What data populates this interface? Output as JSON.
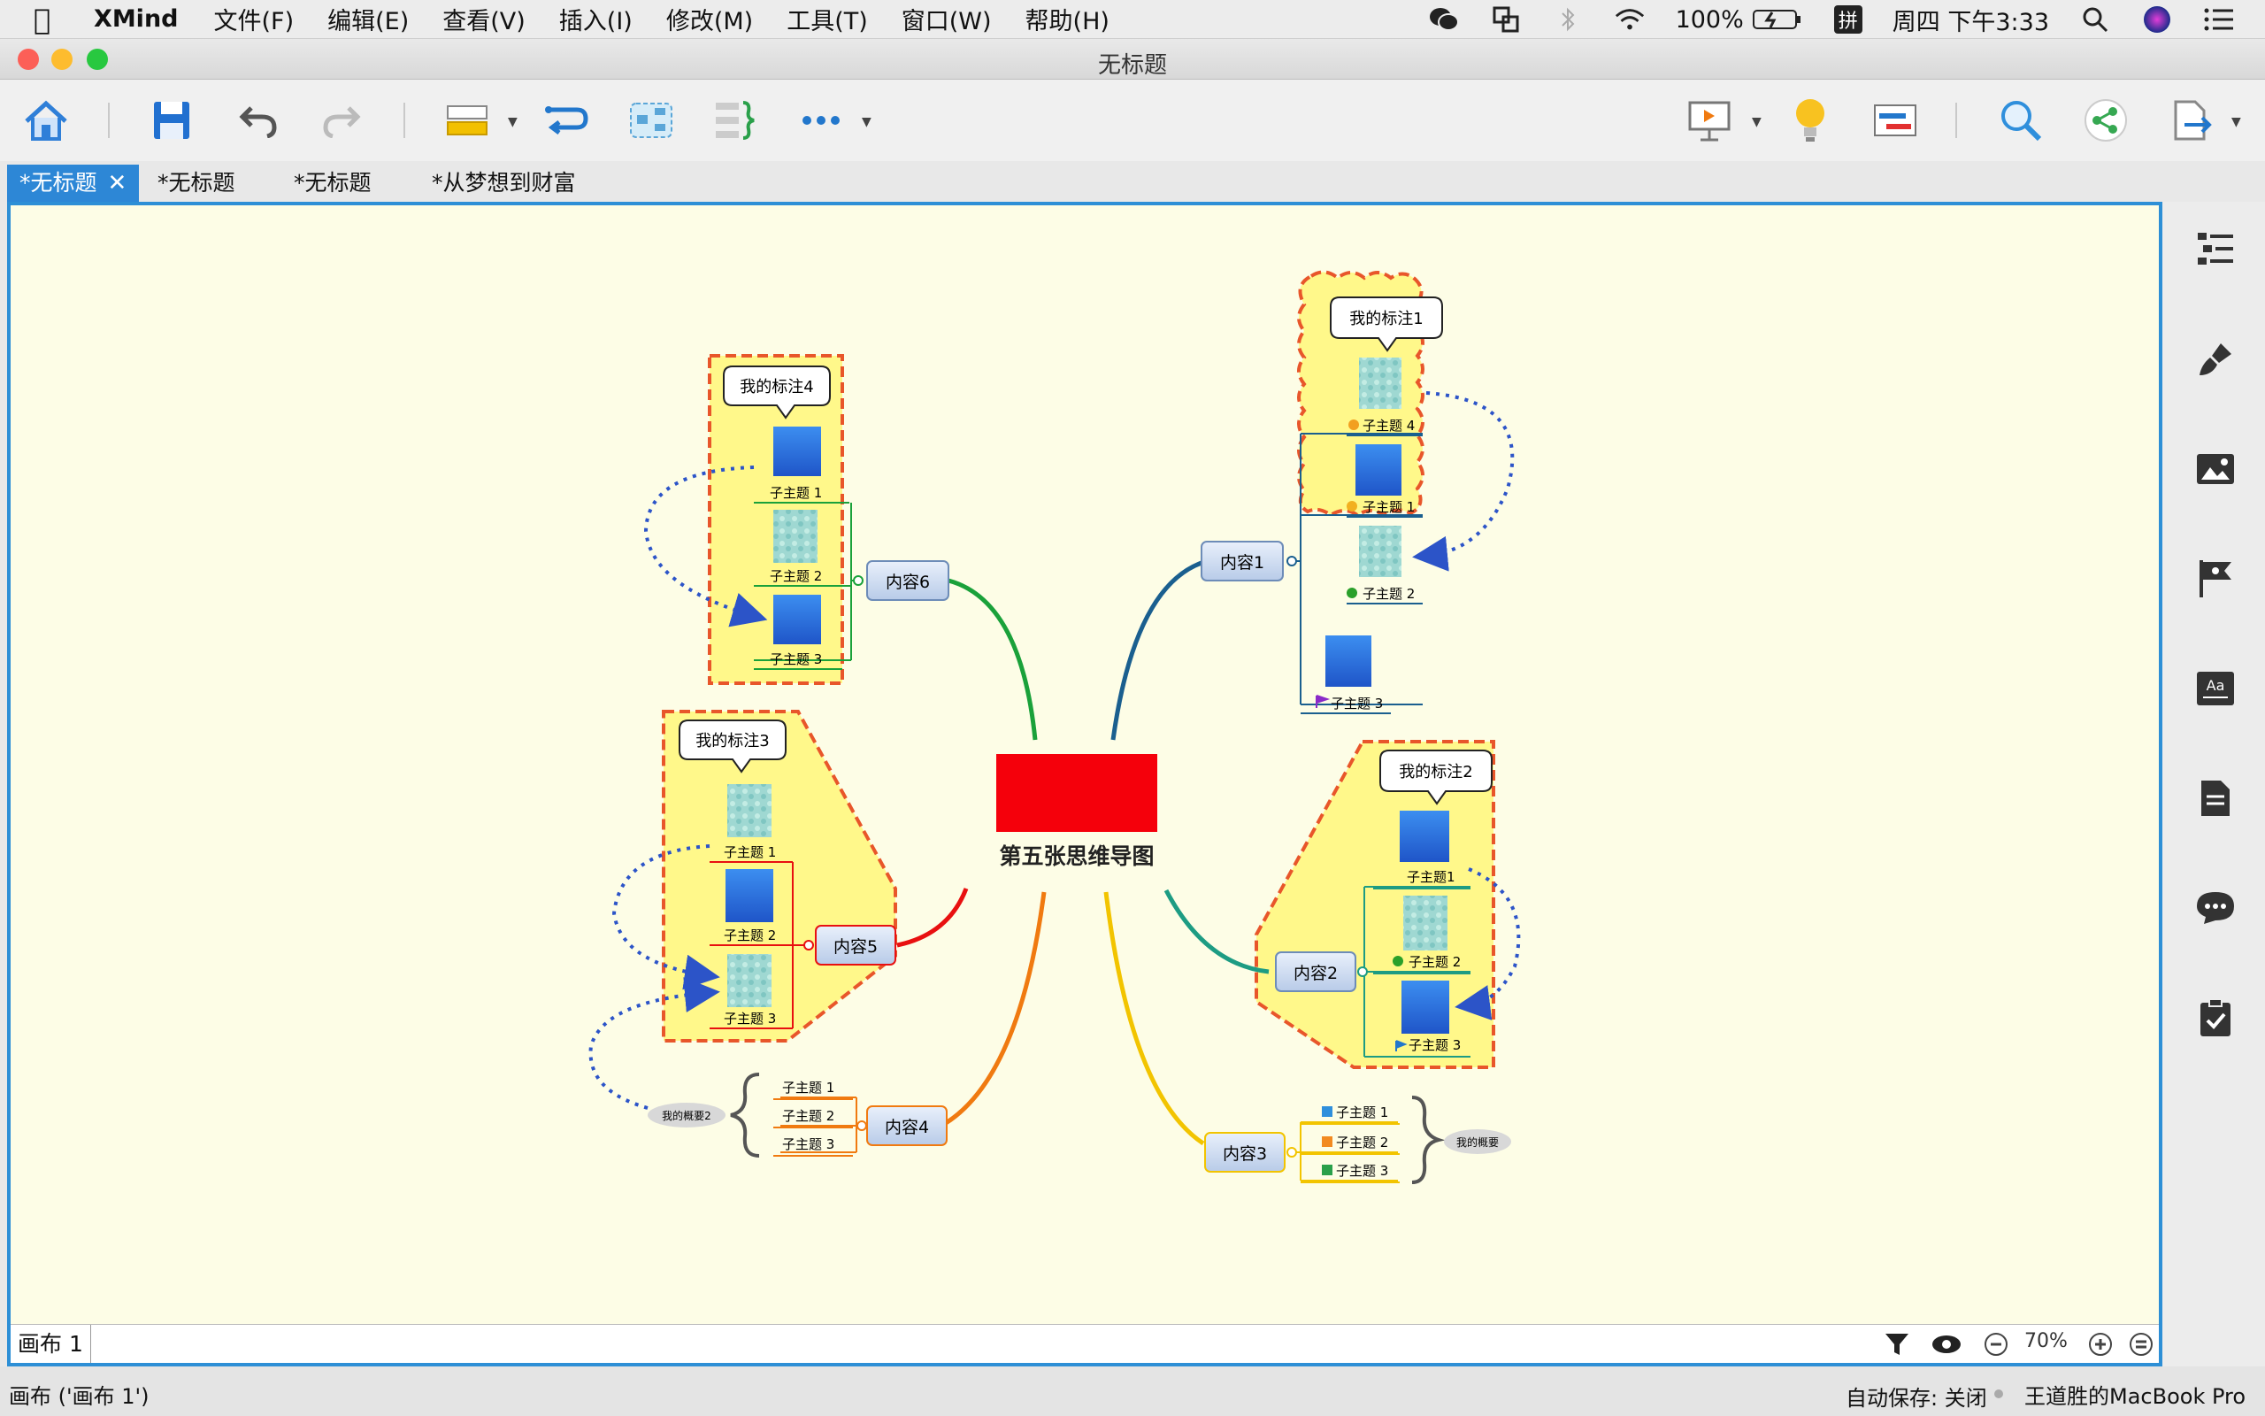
{
  "menubar": {
    "app_name": "XMind",
    "items": [
      "文件(F)",
      "编辑(E)",
      "查看(V)",
      "插入(I)",
      "修改(M)",
      "工具(T)",
      "窗口(W)",
      "帮助(H)"
    ],
    "battery": "100%",
    "input_method": "拼",
    "clock": "周四 下午3:33"
  },
  "window": {
    "title": "无标题"
  },
  "tabs": [
    "*无标题",
    "*无标题",
    "*无标题",
    "*从梦想到财富"
  ],
  "map": {
    "central": "第五张思维导图",
    "branches": {
      "b1": "内容1",
      "b2": "内容2",
      "b3": "内容3",
      "b4": "内容4",
      "b5": "内容5",
      "b6": "内容6"
    },
    "callouts": {
      "c1": "我的标注1",
      "c2": "我的标注2",
      "c3": "我的标注3",
      "c4": "我的标注4"
    },
    "subtopics": {
      "b1": [
        "子主题 4",
        "子主题 1",
        "子主题 2",
        "子主题 3"
      ],
      "b2": [
        "子主题1",
        "子主题 2",
        "子主题 3"
      ],
      "b3": [
        "子主题 1",
        "子主题 2",
        "子主题 3"
      ],
      "b4": [
        "子主题 1",
        "子主题 2",
        "子主题 3"
      ],
      "b5": [
        "子主题 1",
        "子主题 2",
        "子主题 3"
      ],
      "b6": [
        "子主题 1",
        "子主题 2",
        "子主题 3"
      ]
    },
    "summaries": {
      "s1": "我的概要",
      "s2": "我的概要2"
    },
    "colors": {
      "branch1": "#1a5f8f",
      "branch2": "#1d9c83",
      "branch3": "#f2c400",
      "branch4": "#f07a10",
      "branch5": "#e81010",
      "branch6": "#1aa13a",
      "boundary_fill": "#fff88a",
      "boundary_stroke": "#e8562a",
      "central_fill": "#f5000b",
      "relationship": "#2c54c8"
    }
  },
  "sheetbar": {
    "sheet_tab": "画布 1",
    "zoom": "70%"
  },
  "statusbar": {
    "left": "画布 ('画布 1')",
    "autosave": "自动保存: 关闭",
    "device": "王道胜的MacBook Pro"
  }
}
